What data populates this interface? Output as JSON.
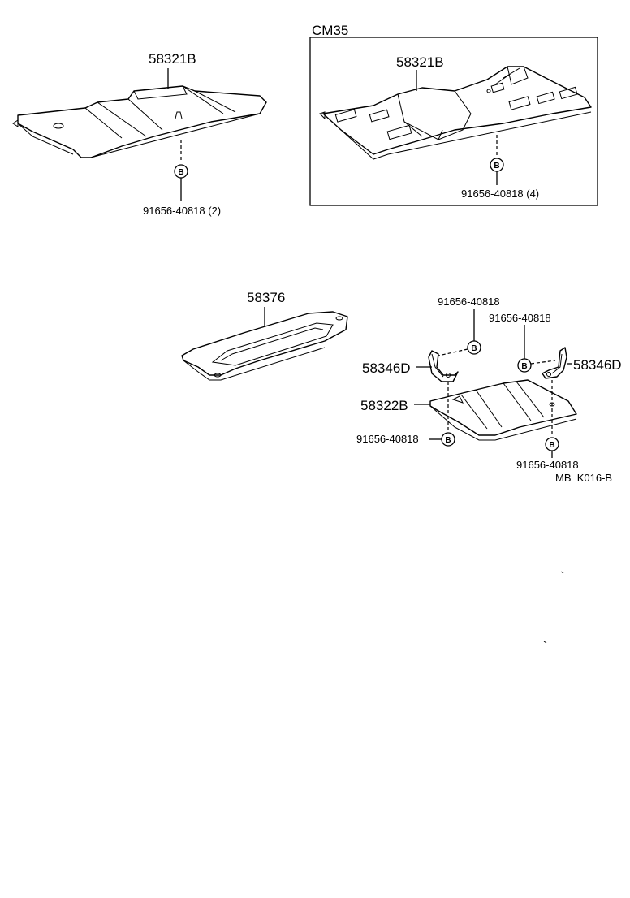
{
  "variant_label": "CM35",
  "diagram_code": "MB  K016-B",
  "bolt_symbol": "B",
  "parts": {
    "cover_front": "58321B",
    "cover_front_cm35": "58321B",
    "plate_58376": "58376",
    "cover_rear": "58322B",
    "bracket_left": "58346D",
    "bracket_right": "58346D"
  },
  "bolts": {
    "top_left": "91656-40818 (2)",
    "top_right": "91656-40818 (4)",
    "bracket_left": "91656-40818",
    "bracket_right": "91656-40818",
    "rear_left": "91656-40818",
    "rear_right": "91656-40818"
  }
}
